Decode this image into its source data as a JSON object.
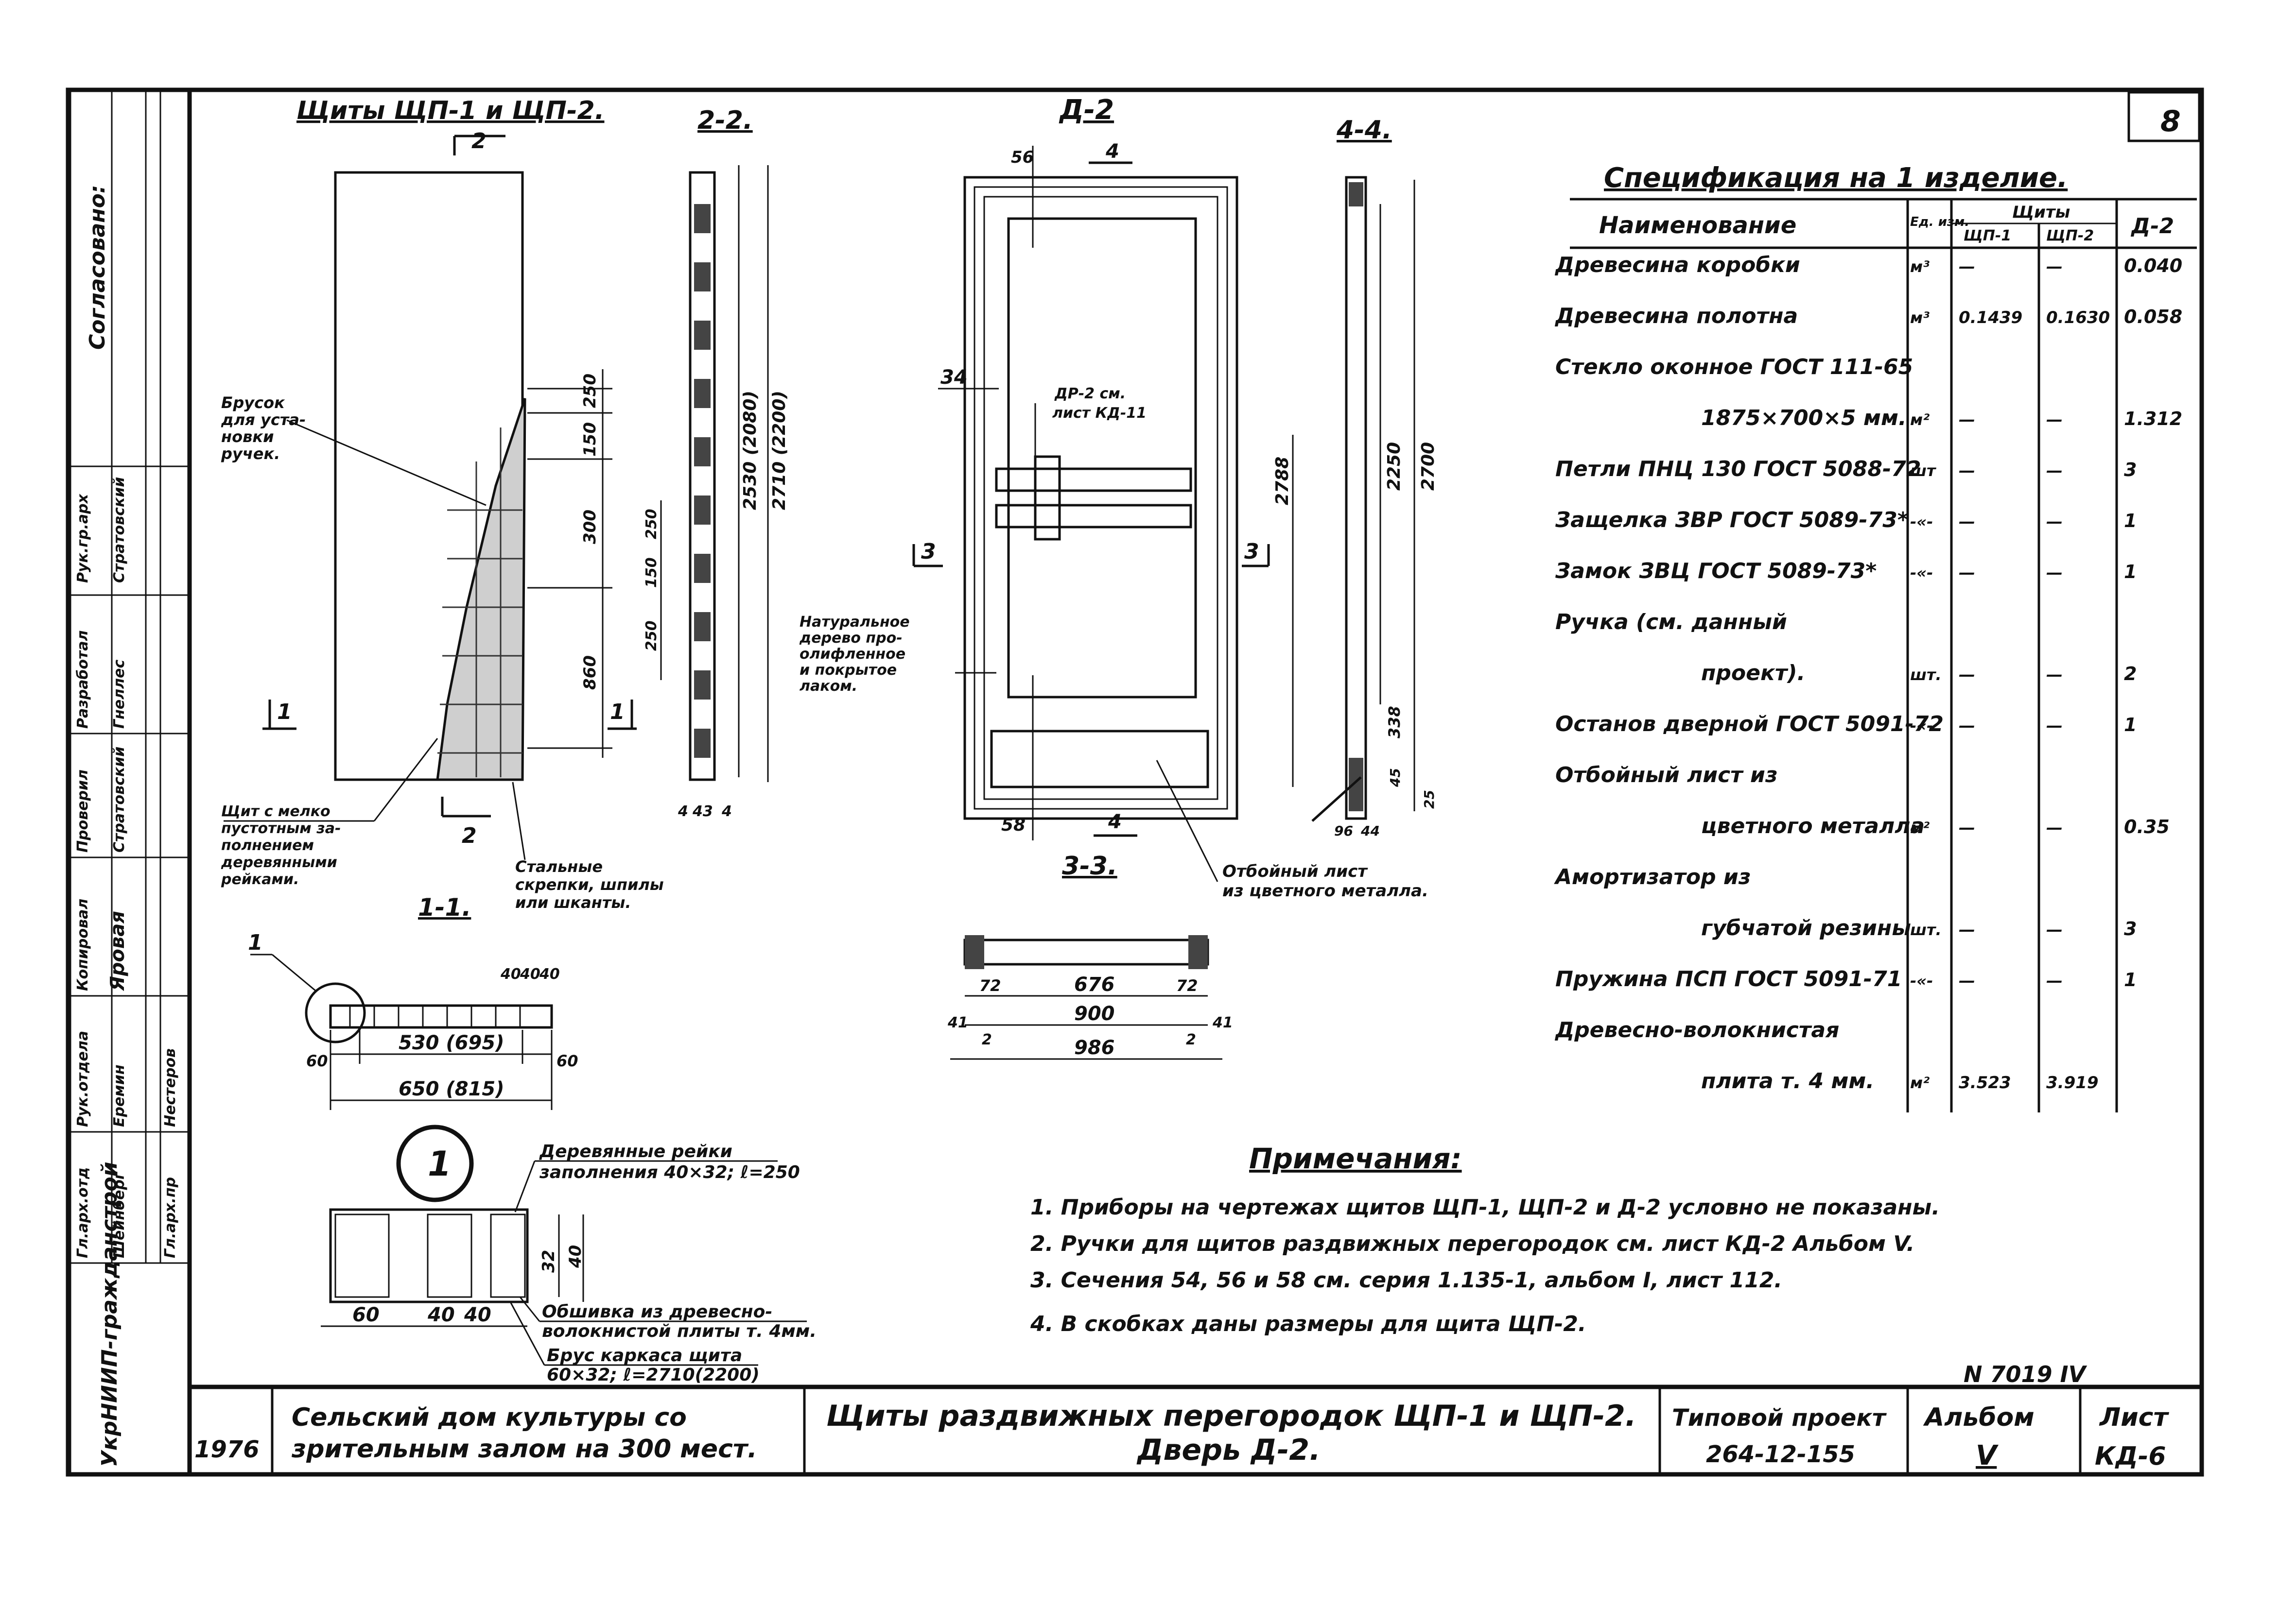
{
  "sheet_number": "8",
  "section_headings": {
    "panels": "Щиты ЩП-1 и ЩП-2.",
    "section_2_2": "2-2.",
    "door": "Д-2",
    "section_4_4": "4-4.",
    "section_1_1": "1-1.",
    "section_3_3": "3-3.",
    "detail_1": "1"
  },
  "callouts": {
    "brusok": [
      "Брусок",
      "для уста-",
      "новки",
      "ручек."
    ],
    "shchit": [
      "Щит с мелко",
      "пустотным за-",
      "полнением",
      "деревянными",
      "рейками."
    ],
    "skrepki": [
      "Стальные",
      "скрепки, шпилы",
      "или шканты."
    ],
    "natural_wood": [
      "Натуральное",
      "дерево про-",
      "олифленное",
      "и покрытое",
      "лаком."
    ],
    "kick_plate": [
      "Отбойный лист",
      "из цветного металла."
    ],
    "dr_ref": [
      "ДР-2 см.",
      "лист КД-11"
    ],
    "reiki": [
      "Деревянные рейки",
      "заполнения 40×32; ℓ=250"
    ],
    "obshivka": [
      "Обшивка из древесно-",
      "волокнистой плиты т. 4мм."
    ],
    "brus": [
      "Брус каркаса щита",
      "60×32; ℓ=2710(2200)"
    ]
  },
  "dimensions": {
    "panel_vertical": [
      "250",
      "150",
      "300",
      "860"
    ],
    "sec22": [
      "2530 (2080)",
      "2710 (2200)",
      "250",
      "150",
      "250",
      "4",
      "43",
      "4"
    ],
    "sec11": [
      "40",
      "40",
      "40",
      "60",
      "530 (695)",
      "60",
      "650 (815)"
    ],
    "door": [
      "56",
      "4",
      "34",
      "58",
      "4",
      "3",
      "3"
    ],
    "sec44": [
      "2788",
      "2250",
      "2700",
      "338",
      "45",
      "25",
      "96",
      "44"
    ],
    "sec33": [
      "72",
      "676",
      "72",
      "900",
      "41",
      "41",
      "986",
      "2",
      "2"
    ],
    "detail1": [
      "32",
      "40",
      "60",
      "40",
      "40"
    ]
  },
  "notes": {
    "title": "Примечания:",
    "items": [
      "1. Приборы на чертежах щитов ЩП-1, ЩП-2 и Д-2 условно не показаны.",
      "2. Ручки для щитов раздвижных перегородок см. лист КД-2 Альбом V.",
      "3. Сечения 54, 56 и 58 см. серия 1.135-1, альбом I, лист 112.",
      "4. В скобках даны размеры для щита ЩП-2."
    ]
  },
  "spec": {
    "title": "Спецификация на 1 изделие.",
    "headers": {
      "name": "Наименование",
      "unit": "Ед. изм.",
      "group": "Щиты",
      "shp1": "ЩП-1",
      "shp2": "ЩП-2",
      "d2": "Д-2"
    },
    "rows": [
      {
        "name": "Древесина коробки",
        "unit": "м³",
        "shp1": "—",
        "shp2": "—",
        "d2": "0.040"
      },
      {
        "name": "Древесина полотна",
        "unit": "м³",
        "shp1": "0.1439",
        "shp2": "0.1630",
        "d2": "0.058"
      },
      {
        "name": "Стекло оконное ГОСТ 111-65",
        "unit": "",
        "shp1": "",
        "shp2": "",
        "d2": ""
      },
      {
        "name": "1875×700×5 мм.",
        "unit": "м²",
        "shp1": "—",
        "shp2": "—",
        "d2": "1.312"
      },
      {
        "name": "Петли ПНЦ 130 ГОСТ 5088-72",
        "unit": "шт",
        "shp1": "—",
        "shp2": "—",
        "d2": "3"
      },
      {
        "name": "Защелка ЗВР ГОСТ 5089-73*",
        "unit": "-«-",
        "shp1": "—",
        "shp2": "—",
        "d2": "1"
      },
      {
        "name": "Замок ЗВЦ ГОСТ 5089-73*",
        "unit": "-«-",
        "shp1": "—",
        "shp2": "—",
        "d2": "1"
      },
      {
        "name": "Ручка (см. данный",
        "unit": "",
        "shp1": "",
        "shp2": "",
        "d2": ""
      },
      {
        "name": "проект).",
        "unit": "шт.",
        "shp1": "—",
        "shp2": "—",
        "d2": "2"
      },
      {
        "name": "Останов дверной ГОСТ 5091-72",
        "unit": "-«-",
        "shp1": "—",
        "shp2": "—",
        "d2": "1"
      },
      {
        "name": "Отбойный лист из",
        "unit": "",
        "shp1": "",
        "shp2": "",
        "d2": ""
      },
      {
        "name": "цветного металла",
        "unit": "м²",
        "shp1": "—",
        "shp2": "—",
        "d2": "0.35"
      },
      {
        "name": "Амортизатор из",
        "unit": "",
        "shp1": "",
        "shp2": "",
        "d2": ""
      },
      {
        "name": "губчатой резины",
        "unit": "шт.",
        "shp1": "—",
        "shp2": "—",
        "d2": "3"
      },
      {
        "name": "Пружина ПСП ГОСТ 5091-71",
        "unit": "-«-",
        "shp1": "—",
        "shp2": "—",
        "d2": "1"
      },
      {
        "name": "Древесно-волокнистая",
        "unit": "",
        "shp1": "",
        "shp2": "",
        "d2": ""
      },
      {
        "name": "плита т. 4 мм.",
        "unit": "м²",
        "shp1": "3.523",
        "shp2": "3.919",
        "d2": ""
      }
    ]
  },
  "side_stamp": {
    "vertical_title": "Согласовано:",
    "rows": [
      {
        "role": "Рук.гр.арх",
        "name": "Стратовский"
      },
      {
        "role": "Разработал",
        "name": "Гнеллес"
      },
      {
        "role": "Проверил",
        "name": "Стратовский"
      },
      {
        "role": "Копировал",
        "name": "Яровая"
      },
      {
        "role": "Рук.отдела",
        "name": "Еремин"
      },
      {
        "role": "Гл.арх.отд",
        "name": "Шейнберг"
      },
      {
        "role": "Гл.арх.пр",
        "name": "Нестеров"
      }
    ],
    "org": "УкрНИИП-гражданстрой"
  },
  "title_block": {
    "number": "N 7019 IV",
    "year": "1976",
    "object_line1": "Сельский дом культуры со",
    "object_line2": "зрительным залом на 300 мест.",
    "drawing_line1": "Щиты раздвижных перегородок ЩП-1 и ЩП-2.",
    "drawing_line2": "Дверь Д-2.",
    "project_label": "Типовой проект",
    "project_number": "264-12-155",
    "album_label": "Альбом",
    "album_value": "V",
    "sheet_label": "Лист",
    "sheet_value": "КД-6"
  }
}
